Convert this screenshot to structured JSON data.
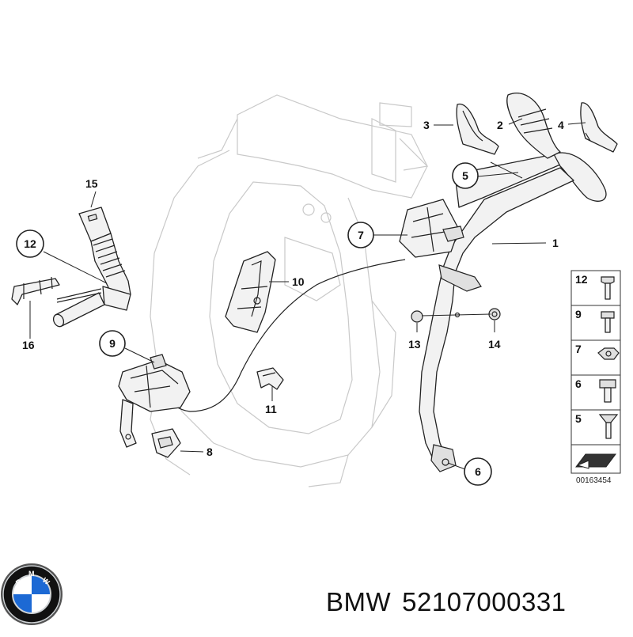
{
  "callouts": {
    "c1": "1",
    "c2": "2",
    "c3": "3",
    "c4": "4",
    "c5": "5",
    "c6": "6",
    "c7": "7",
    "c8": "8",
    "c9": "9",
    "c10": "10",
    "c11": "11",
    "c12": "12",
    "c13": "13",
    "c14": "14",
    "c15": "15",
    "c16": "16"
  },
  "fasteners": [
    "12",
    "9",
    "7",
    "6",
    "5"
  ],
  "drawing_number": "00163454",
  "logo": {
    "brand": "BMW",
    "colors": {
      "blue": "#1c69d4",
      "ring": "#111111",
      "silver": "#cfd3d6"
    }
  },
  "caption": {
    "brand": "BMW",
    "part_number": "52107000331"
  }
}
